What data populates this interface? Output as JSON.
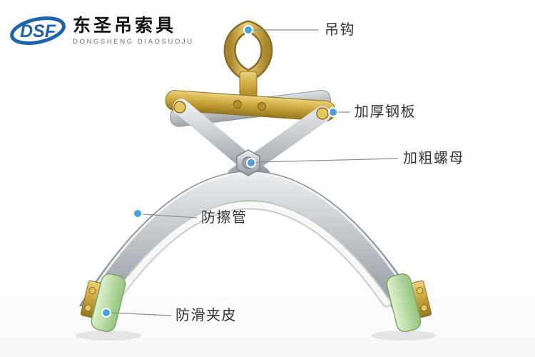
{
  "brand": {
    "logo_text": "DSF",
    "name_cn": "东圣吊索具",
    "name_en": "DONGSHENG DIAOSUOJU"
  },
  "callouts": {
    "hook": "吊钩",
    "steel_plate": "加厚钢板",
    "nut": "加粗螺母",
    "tube": "防擦管",
    "pad": "防滑夹皮"
  },
  "colors": {
    "callout_dot": "#46a2dd",
    "callout_line": "#8f8f8f",
    "label_text": "#333333",
    "brand_blue": "#1e63ad",
    "gold": "#c9a43a",
    "steel": "#b9bec3",
    "pad_green": "#b7dfa5",
    "tube_white": "#f7f7f5"
  }
}
